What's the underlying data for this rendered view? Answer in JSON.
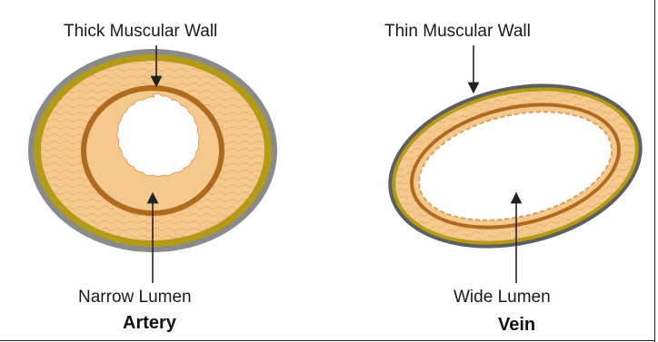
{
  "artery": {
    "wall_label": "Thick Muscular Wall",
    "lumen_label": "Narrow Lumen",
    "title": "Artery"
  },
  "vein": {
    "wall_label": "Thin Muscular Wall",
    "lumen_label": "Wide Lumen",
    "title": "Vein"
  },
  "colors": {
    "outer_layer": "#8a8a8a",
    "yellow_band": "#b39b18",
    "muscle": "#f5c98e",
    "inner_ring": "#b06a1e",
    "lumen": "#ffffff"
  }
}
